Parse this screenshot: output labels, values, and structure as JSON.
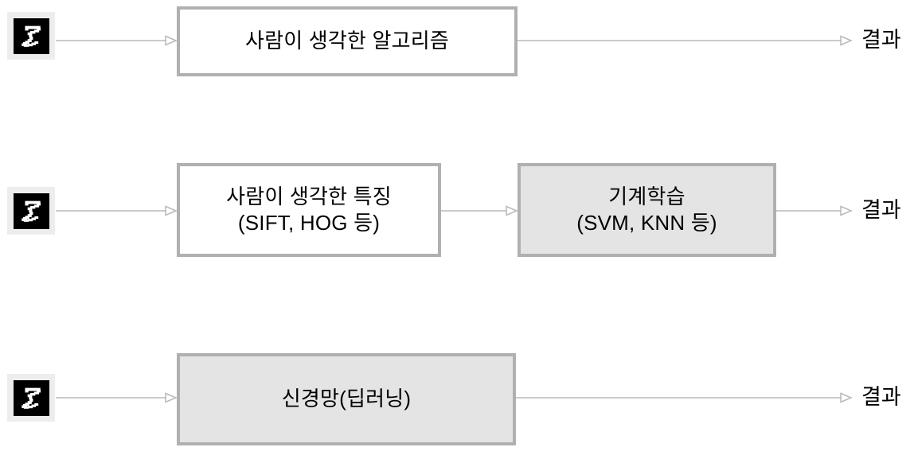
{
  "diagram": {
    "title": "Machine learning approach comparison flow diagram",
    "colors": {
      "box_border": "#b0b0b0",
      "box_fill_white": "#ffffff",
      "box_fill_gray": "#e4e4e4",
      "connector": "#b9b9b9",
      "text": "#000000",
      "digit_frame": "#ededed",
      "digit_background": "#000000",
      "digit_stroke": "#ffffff"
    },
    "rows": [
      {
        "id": "row-1",
        "input_icon": "handwritten-digit-5-image",
        "boxes": [
          {
            "id": "box-human-algorithm",
            "label": "사람이 생각한 알고리즘",
            "fill": "white"
          }
        ],
        "output_label": "결과"
      },
      {
        "id": "row-2",
        "input_icon": "handwritten-digit-5-image",
        "boxes": [
          {
            "id": "box-human-features",
            "label": "사람이 생각한 특징\n(SIFT, HOG 등)",
            "fill": "white"
          },
          {
            "id": "box-machine-learning",
            "label": "기계학습\n(SVM, KNN 등)",
            "fill": "gray"
          }
        ],
        "output_label": "결과"
      },
      {
        "id": "row-3",
        "input_icon": "handwritten-digit-5-image",
        "boxes": [
          {
            "id": "box-neural-network",
            "label": "신경망(딥러닝)",
            "fill": "gray"
          }
        ],
        "output_label": "결과"
      }
    ]
  }
}
